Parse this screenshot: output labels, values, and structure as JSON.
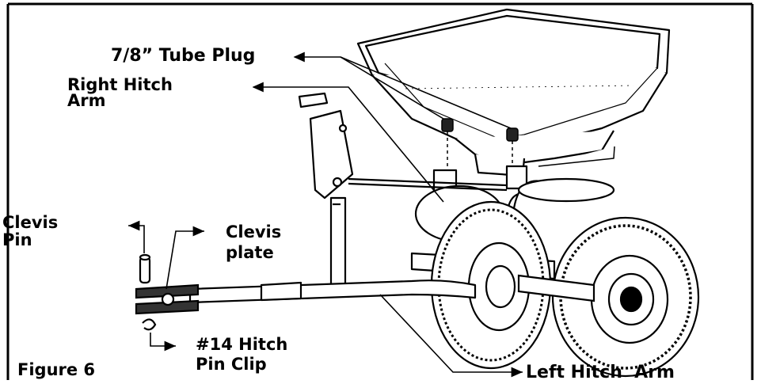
{
  "figure": {
    "caption": "Figure 6",
    "callouts": {
      "tube_plug": "7/8” Tube Plug",
      "right_hitch_arm": "Right Hitch\nArm",
      "clevis_pin": "Clevis\nPin",
      "clevis_plate": "Clevis\nplate",
      "hitch_pin_clip": "#14 Hitch\nPin Clip",
      "left_hitch_arm": "Left Hitch  Arm"
    },
    "subject": "broadcast spreader assembly drawing"
  }
}
